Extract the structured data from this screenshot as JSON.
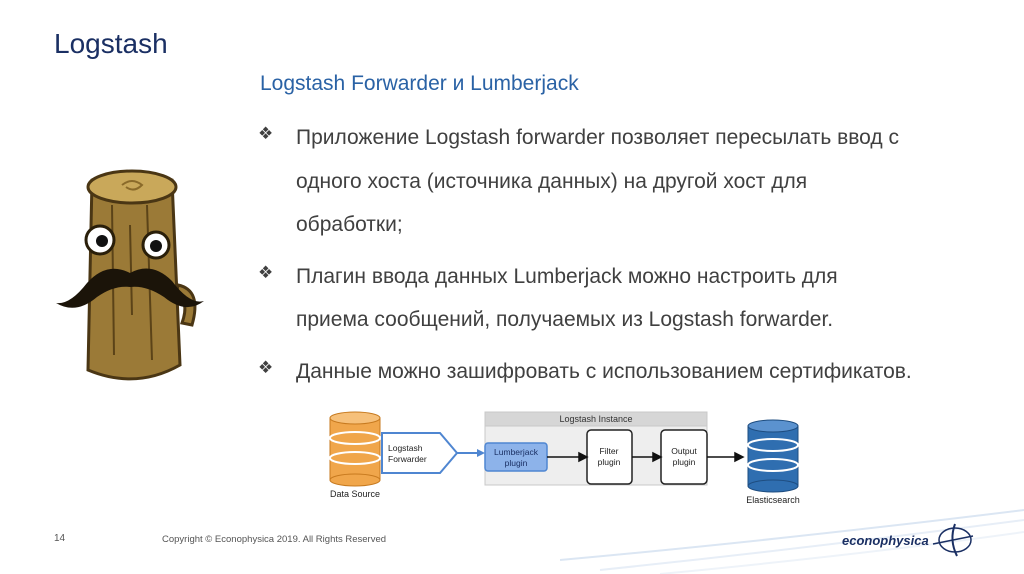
{
  "slide": {
    "title": "Logstash",
    "subtitle": "Logstash Forwarder и Lumberjack",
    "bullet_icon": "diamond-cluster-icon",
    "bullets": [
      {
        "lines": [
          "Приложение Logstash forwarder позволяет пересылать ввод с",
          "одного хоста (источника данных) на другой хост для",
          "обработки;"
        ]
      },
      {
        "lines": [
          "Плагин ввода данных Lumberjack можно настроить для",
          "приема сообщений, получаемых из Logstash forwarder."
        ]
      },
      {
        "lines": [
          "Данные можно зашифровать с использованием сертификатов."
        ]
      }
    ]
  },
  "diagram": {
    "instance_title": "Logstash Instance",
    "data_source": "Data Source",
    "forwarder": [
      "Logstash",
      "Forwarder"
    ],
    "lumberjack": [
      "Lumberjack",
      "plugin"
    ],
    "filter": [
      "Filter",
      "plugin"
    ],
    "output": [
      "Output",
      "plugin"
    ],
    "elasticsearch": "Elasticsearch"
  },
  "footer": {
    "page_number": "14",
    "copyright": "Copyright © Econophysica 2019. All Rights Reserved",
    "logo_text": "econophysica"
  },
  "colors": {
    "title": "#1a2f63",
    "subtitle": "#2a62a5",
    "db_orange": "#f0a64b",
    "db_blue": "#2f6eb0",
    "arrow_blue": "#4f86d1"
  }
}
